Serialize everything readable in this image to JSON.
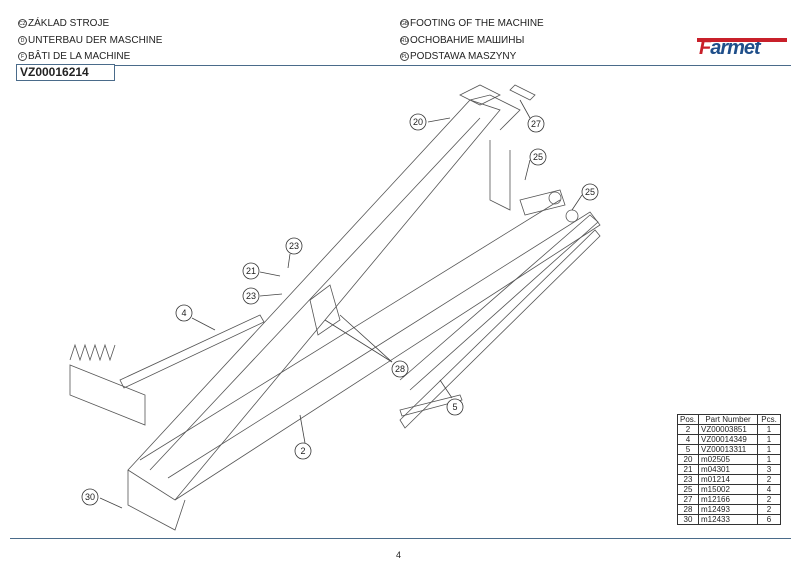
{
  "header": {
    "left": [
      {
        "lang": "CZ",
        "text": "ZÁKLAD STROJE"
      },
      {
        "lang": "D",
        "text": "UNTERBAU DER MASCHINE"
      },
      {
        "lang": "F",
        "text": "BÂTI DE LA MACHINE"
      }
    ],
    "right": [
      {
        "lang": "GB",
        "text": "FOOTING OF THE MACHINE"
      },
      {
        "lang": "RU",
        "text": "ОСНОВАНИЕ МАШИНЫ"
      },
      {
        "lang": "PL",
        "text": "PODSTAWA MASZYNY"
      }
    ],
    "code": "VZ00016214",
    "logo": "Farmet"
  },
  "callouts": [
    "20",
    "27",
    "25",
    "25",
    "23",
    "21",
    "23",
    "4",
    "28",
    "5",
    "2",
    "30"
  ],
  "parts_table": {
    "headers": [
      "Pos.",
      "Part Number",
      "Pcs."
    ],
    "rows": [
      [
        "2",
        "VZ00003851",
        "1"
      ],
      [
        "4",
        "VZ00014349",
        "1"
      ],
      [
        "5",
        "VZ00013311",
        "1"
      ],
      [
        "20",
        "m02505",
        "1"
      ],
      [
        "21",
        "m04301",
        "3"
      ],
      [
        "23",
        "m01214",
        "2"
      ],
      [
        "25",
        "m15002",
        "4"
      ],
      [
        "27",
        "m12166",
        "2"
      ],
      [
        "28",
        "m12493",
        "2"
      ],
      [
        "30",
        "m12433",
        "6"
      ]
    ]
  },
  "page_number": "4",
  "colors": {
    "brand_red": "#c8202a",
    "brand_blue": "#1f4f8a",
    "rule": "#4a6b8a"
  }
}
